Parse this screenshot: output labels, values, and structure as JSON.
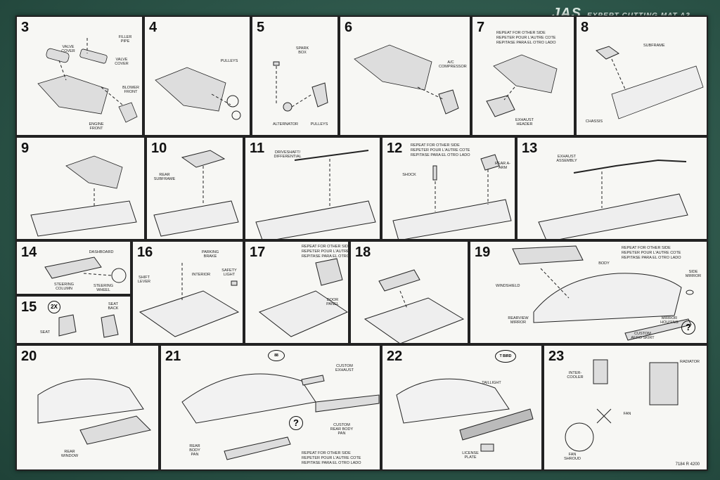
{
  "mat": {
    "brand": "JAS",
    "title": "EXPERT CUTTING MAT A3"
  },
  "repeat_note": [
    "REPEAT FOR OTHER SIDE",
    "REPETER POUR L'AUTRE COTE",
    "REPITASE PARA EL OTRO LADO"
  ],
  "footer_code": "7184 R 4200",
  "steps": [
    {
      "n": "3",
      "labels": [
        "VALVE COVER",
        "FILLER PIPE",
        "VALVE COVER",
        "BLOWER FRONT",
        "ENGINE FRONT"
      ]
    },
    {
      "n": "4",
      "labels": [
        "PULLEYS"
      ]
    },
    {
      "n": "5",
      "labels": [
        "SPARK BOX",
        "ALTERNATOR",
        "PULLEYS"
      ]
    },
    {
      "n": "6",
      "labels": [
        "A/C COMPRESSOR"
      ]
    },
    {
      "n": "7",
      "labels": [
        "EXHAUST HEADER"
      ]
    },
    {
      "n": "8",
      "labels": [
        "SUBFRAME",
        "CHASSIS"
      ]
    },
    {
      "n": "9",
      "labels": []
    },
    {
      "n": "10",
      "labels": [
        "REAR SUBFRAME"
      ]
    },
    {
      "n": "11",
      "labels": [
        "DRIVESHAFT/ DIFFERENTIAL"
      ]
    },
    {
      "n": "12",
      "labels": [
        "SHOCK",
        "REAR A-ARM"
      ]
    },
    {
      "n": "13",
      "labels": [
        "EXHAUST ASSEMBLY"
      ]
    },
    {
      "n": "14",
      "labels": [
        "DASHBOARD",
        "STEERING COLUMN",
        "STEERING WHEEL"
      ]
    },
    {
      "n": "15",
      "labels": [
        "SEAT BACK",
        "SEAT"
      ],
      "badge": "2X"
    },
    {
      "n": "16",
      "labels": [
        "PARKING BRAKE",
        "SHIFT LEVER",
        "INTERIOR",
        "SAFETY LIGHT"
      ]
    },
    {
      "n": "17",
      "labels": [
        "DOOR PANEL"
      ]
    },
    {
      "n": "18",
      "labels": []
    },
    {
      "n": "19",
      "labels": [
        "WINDSHIELD",
        "BODY",
        "SIDE MIRROR",
        "REARVIEW MIRROR",
        "MIRROR HOUSING",
        "CUSTOM AERO SKIRT"
      ]
    },
    {
      "n": "20",
      "labels": [
        "REAR WINDOW"
      ]
    },
    {
      "n": "21",
      "labels": [
        "CUSTOM EXHAUST",
        "CUSTOM REAR BODY PAN",
        "REAR BODY PAN"
      ],
      "tbird": "88"
    },
    {
      "n": "22",
      "labels": [
        "TAILLIGHT",
        "LICENSE PLATE"
      ],
      "tbird": "T BIRD"
    },
    {
      "n": "23",
      "labels": [
        "RADIATOR",
        "INTER- COOLER",
        "FAN",
        "FAN SHROUD"
      ]
    }
  ]
}
